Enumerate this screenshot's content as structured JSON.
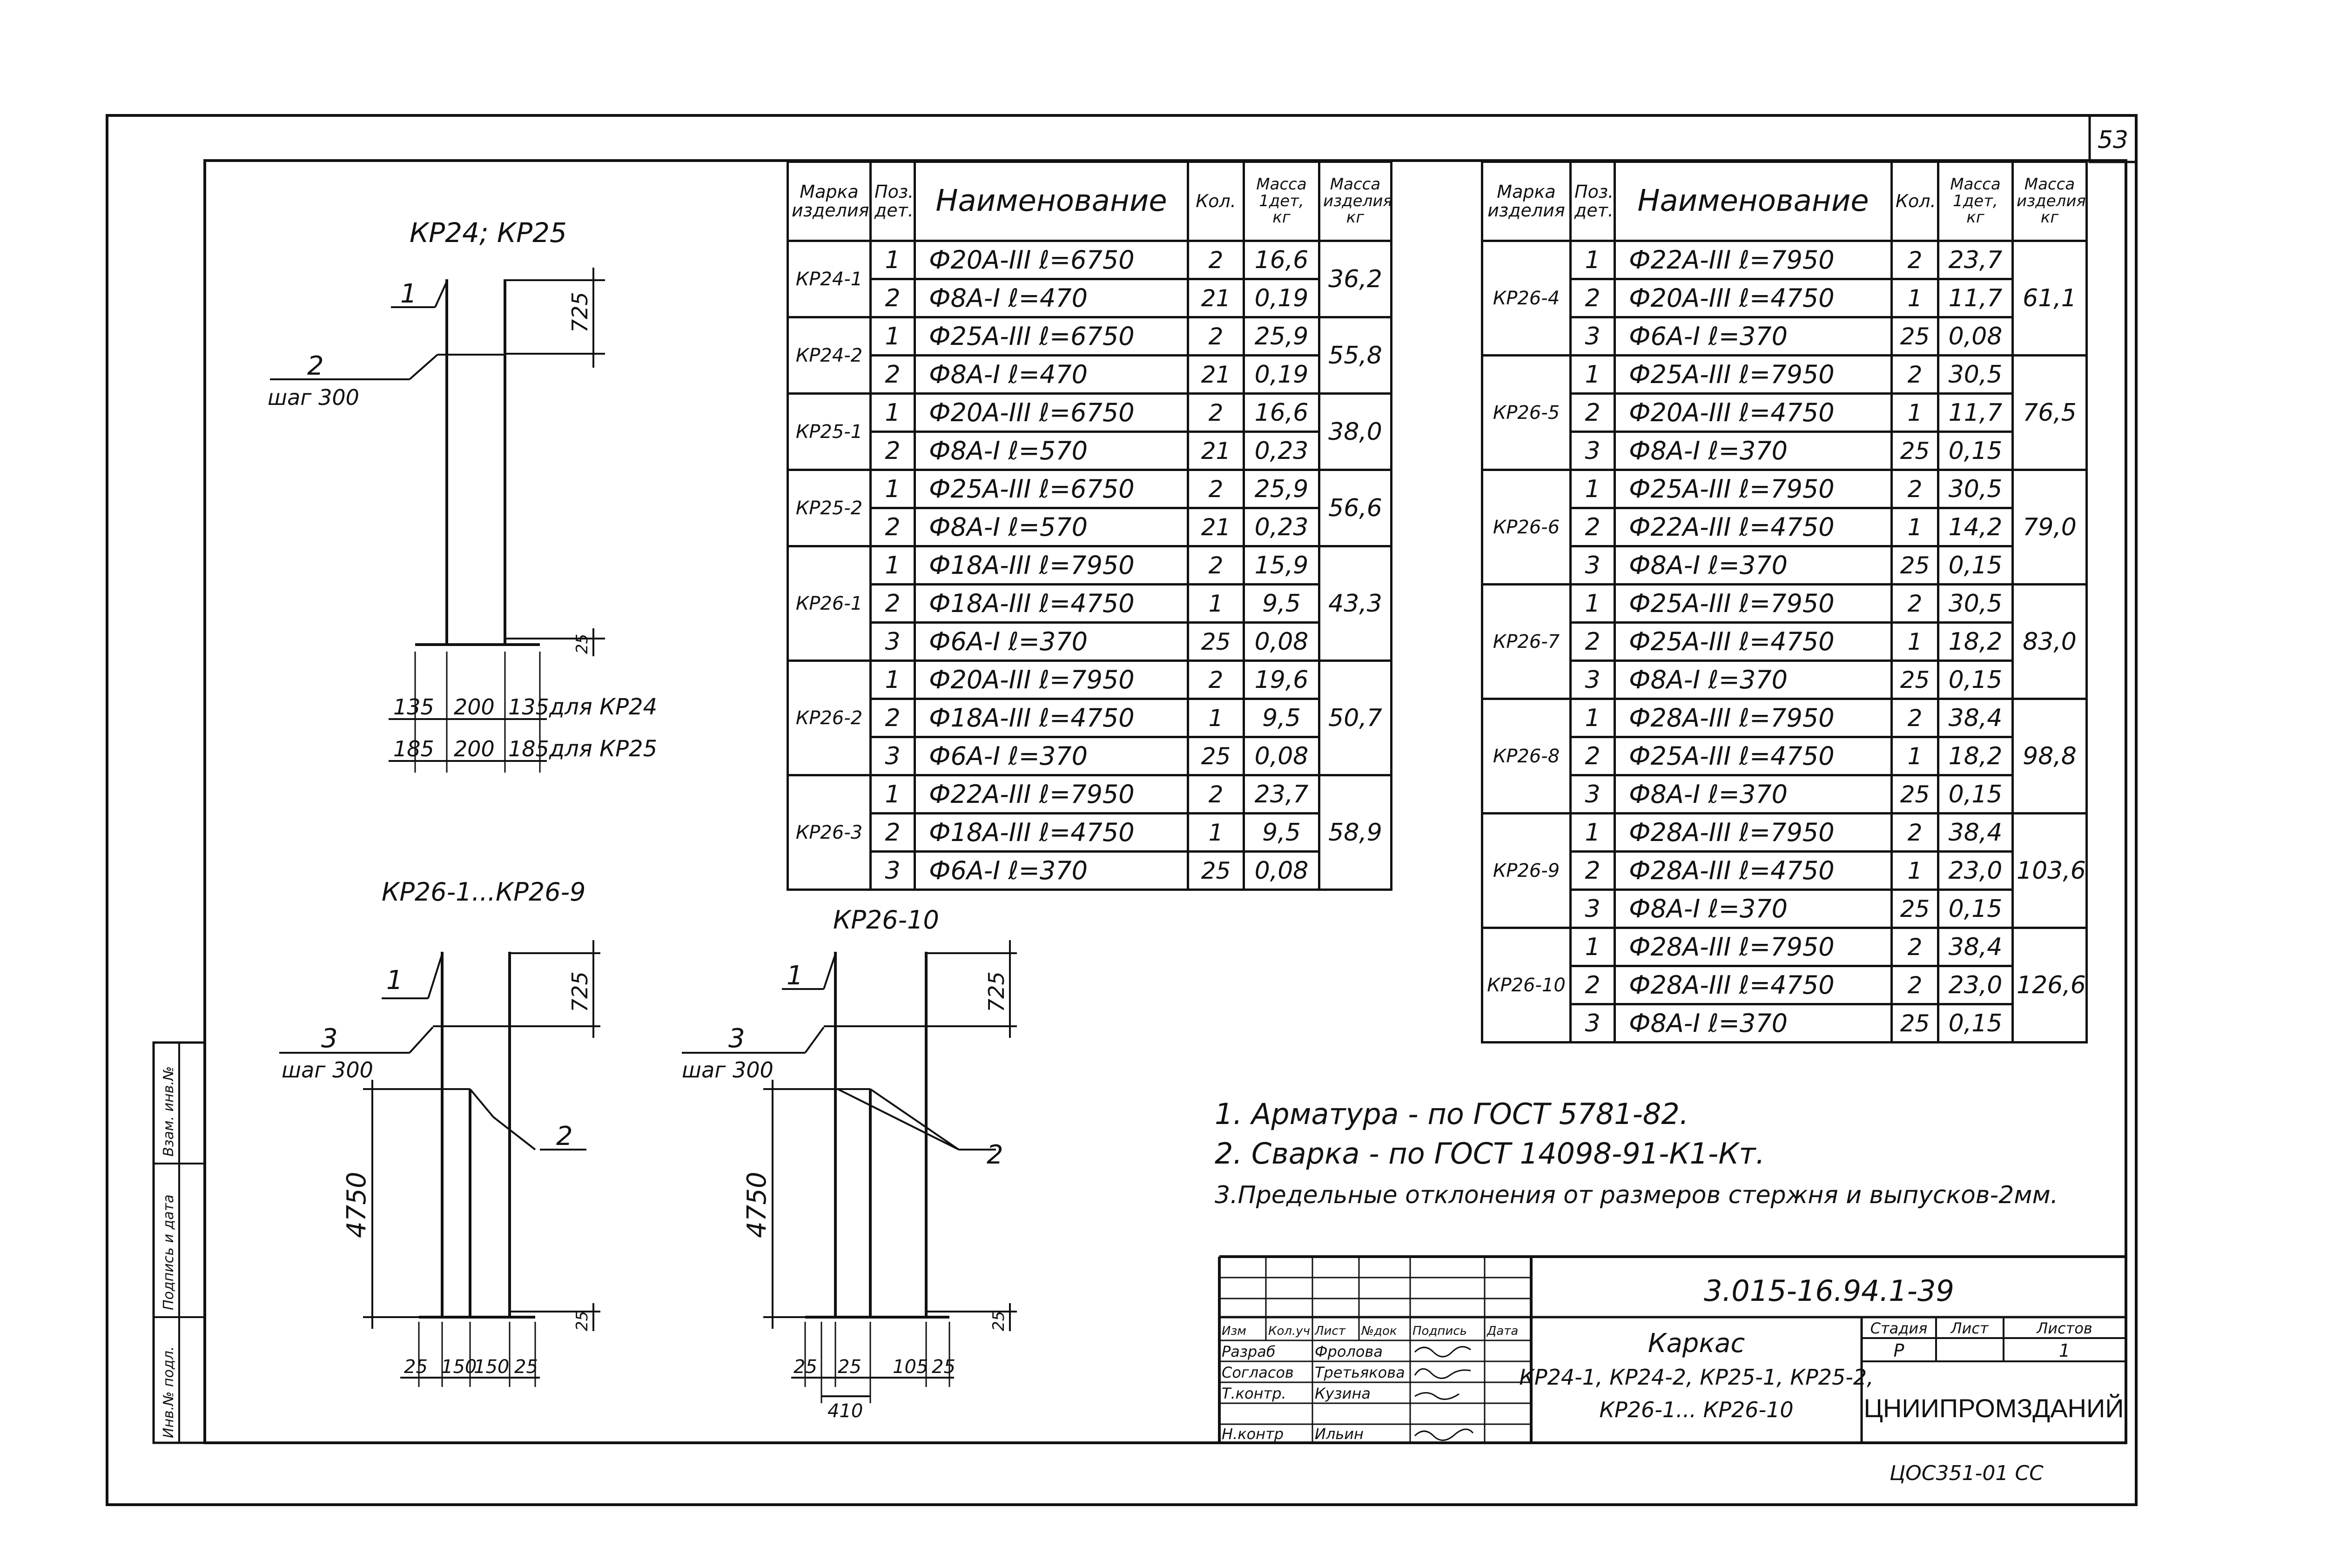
{
  "page_number": "53",
  "drawings": {
    "kr24_kr25": {
      "title": "КР24; КР25",
      "pos1": "1",
      "pos2": "2",
      "step": "шаг 300",
      "dim_top": "725",
      "dim_bottom": "25",
      "row1": {
        "a": "135",
        "b": "200",
        "c": "135",
        "note": "для КР24"
      },
      "row2": {
        "a": "185",
        "b": "200",
        "c": "185",
        "note": "для КР25"
      }
    },
    "kr26_1_9": {
      "title": "КР26-1...КР26-9",
      "pos1": "1",
      "pos2": "2",
      "pos3": "3",
      "step": "шаг 300",
      "dim_top": "725",
      "dim_height": "4750",
      "dim_bottom": "25",
      "bottom": [
        "25",
        "150",
        "150",
        "25"
      ]
    },
    "kr26_10": {
      "title": "КР26-10",
      "pos1": "1",
      "pos2": "2",
      "pos3": "3",
      "step": "шаг 300",
      "dim_top": "725",
      "dim_height": "4750",
      "dim_bottom": "25",
      "bottom": [
        "25",
        "25",
        "105",
        "25"
      ],
      "total": "410"
    }
  },
  "table_headers": {
    "mark": "Марка изделия",
    "pos": "Поз. дет.",
    "name": "Наименование",
    "qty": "Кол.",
    "mass_det": "Масса 1дет, кг",
    "mass_item": "Масса изделия, кг"
  },
  "table_left": [
    {
      "mark": "КР24-1",
      "mass": "36,2",
      "rows": [
        {
          "pos": "1",
          "name": "Ф20А-III  ℓ=6750",
          "qty": "2",
          "m": "16,6"
        },
        {
          "pos": "2",
          "name": "Ф8А-I  ℓ=470",
          "qty": "21",
          "m": "0,19"
        }
      ]
    },
    {
      "mark": "КР24-2",
      "mass": "55,8",
      "rows": [
        {
          "pos": "1",
          "name": "Ф25А-III  ℓ=6750",
          "qty": "2",
          "m": "25,9"
        },
        {
          "pos": "2",
          "name": "Ф8А-I  ℓ=470",
          "qty": "21",
          "m": "0,19"
        }
      ]
    },
    {
      "mark": "КР25-1",
      "mass": "38,0",
      "rows": [
        {
          "pos": "1",
          "name": "Ф20А-III  ℓ=6750",
          "qty": "2",
          "m": "16,6"
        },
        {
          "pos": "2",
          "name": "Ф8А-I  ℓ=570",
          "qty": "21",
          "m": "0,23"
        }
      ]
    },
    {
      "mark": "КР25-2",
      "mass": "56,6",
      "rows": [
        {
          "pos": "1",
          "name": "Ф25А-III  ℓ=6750",
          "qty": "2",
          "m": "25,9"
        },
        {
          "pos": "2",
          "name": "Ф8А-I  ℓ=570",
          "qty": "21",
          "m": "0,23"
        }
      ]
    },
    {
      "mark": "КР26-1",
      "mass": "43,3",
      "rows": [
        {
          "pos": "1",
          "name": "Ф18А-III  ℓ=7950",
          "qty": "2",
          "m": "15,9"
        },
        {
          "pos": "2",
          "name": "Ф18А-III  ℓ=4750",
          "qty": "1",
          "m": "9,5"
        },
        {
          "pos": "3",
          "name": "Ф6А-I  ℓ=370",
          "qty": "25",
          "m": "0,08"
        }
      ]
    },
    {
      "mark": "КР26-2",
      "mass": "50,7",
      "rows": [
        {
          "pos": "1",
          "name": "Ф20А-III  ℓ=7950",
          "qty": "2",
          "m": "19,6"
        },
        {
          "pos": "2",
          "name": "Ф18А-III  ℓ=4750",
          "qty": "1",
          "m": "9,5"
        },
        {
          "pos": "3",
          "name": "Ф6А-I  ℓ=370",
          "qty": "25",
          "m": "0,08"
        }
      ]
    },
    {
      "mark": "КР26-3",
      "mass": "58,9",
      "rows": [
        {
          "pos": "1",
          "name": "Ф22А-III  ℓ=7950",
          "qty": "2",
          "m": "23,7"
        },
        {
          "pos": "2",
          "name": "Ф18А-III  ℓ=4750",
          "qty": "1",
          "m": "9,5"
        },
        {
          "pos": "3",
          "name": "Ф6А-I  ℓ=370",
          "qty": "25",
          "m": "0,08"
        }
      ]
    }
  ],
  "table_right": [
    {
      "mark": "КР26-4",
      "mass": "61,1",
      "rows": [
        {
          "pos": "1",
          "name": "Ф22А-III  ℓ=7950",
          "qty": "2",
          "m": "23,7"
        },
        {
          "pos": "2",
          "name": "Ф20А-III  ℓ=4750",
          "qty": "1",
          "m": "11,7"
        },
        {
          "pos": "3",
          "name": "Ф6А-I  ℓ=370",
          "qty": "25",
          "m": "0,08"
        }
      ]
    },
    {
      "mark": "КР26-5",
      "mass": "76,5",
      "rows": [
        {
          "pos": "1",
          "name": "Ф25А-III  ℓ=7950",
          "qty": "2",
          "m": "30,5"
        },
        {
          "pos": "2",
          "name": "Ф20А-III  ℓ=4750",
          "qty": "1",
          "m": "11,7"
        },
        {
          "pos": "3",
          "name": "Ф8А-I  ℓ=370",
          "qty": "25",
          "m": "0,15"
        }
      ]
    },
    {
      "mark": "КР26-6",
      "mass": "79,0",
      "rows": [
        {
          "pos": "1",
          "name": "Ф25А-III  ℓ=7950",
          "qty": "2",
          "m": "30,5"
        },
        {
          "pos": "2",
          "name": "Ф22А-III  ℓ=4750",
          "qty": "1",
          "m": "14,2"
        },
        {
          "pos": "3",
          "name": "Ф8А-I  ℓ=370",
          "qty": "25",
          "m": "0,15"
        }
      ]
    },
    {
      "mark": "КР26-7",
      "mass": "83,0",
      "rows": [
        {
          "pos": "1",
          "name": "Ф25А-III  ℓ=7950",
          "qty": "2",
          "m": "30,5"
        },
        {
          "pos": "2",
          "name": "Ф25А-III  ℓ=4750",
          "qty": "1",
          "m": "18,2"
        },
        {
          "pos": "3",
          "name": "Ф8А-I  ℓ=370",
          "qty": "25",
          "m": "0,15"
        }
      ]
    },
    {
      "mark": "КР26-8",
      "mass": "98,8",
      "rows": [
        {
          "pos": "1",
          "name": "Ф28А-III  ℓ=7950",
          "qty": "2",
          "m": "38,4"
        },
        {
          "pos": "2",
          "name": "Ф25А-III  ℓ=4750",
          "qty": "1",
          "m": "18,2"
        },
        {
          "pos": "3",
          "name": "Ф8А-I  ℓ=370",
          "qty": "25",
          "m": "0,15"
        }
      ]
    },
    {
      "mark": "КР26-9",
      "mass": "103,6",
      "rows": [
        {
          "pos": "1",
          "name": "Ф28А-III  ℓ=7950",
          "qty": "2",
          "m": "38,4"
        },
        {
          "pos": "2",
          "name": "Ф28А-III  ℓ=4750",
          "qty": "1",
          "m": "23,0"
        },
        {
          "pos": "3",
          "name": "Ф8А-I  ℓ=370",
          "qty": "25",
          "m": "0,15"
        }
      ]
    },
    {
      "mark": "КР26-10",
      "mass": "126,6",
      "rows": [
        {
          "pos": "1",
          "name": "Ф28А-III  ℓ=7950",
          "qty": "2",
          "m": "38,4"
        },
        {
          "pos": "2",
          "name": "Ф28А-III  ℓ=4750",
          "qty": "2",
          "m": "23,0"
        },
        {
          "pos": "3",
          "name": "Ф8А-I  ℓ=370",
          "qty": "25",
          "m": "0,15"
        }
      ]
    }
  ],
  "notes": [
    "1. Арматура - по ГОСТ 5781-82.",
    "2. Сварка - по ГОСТ 14098-91-К1-Кт.",
    "3.Предельные отклонения от размеров стержня и выпусков-2мм."
  ],
  "title_block": {
    "code": "3.015-16.94.1-39",
    "name_lines": [
      "Каркас",
      "КР24-1, КР24-2, КР25-1, КР25-2,",
      "КР26-1... КР26-10"
    ],
    "stage_label": "Стадия",
    "sheet_label": "Лист",
    "sheets_label": "Листов",
    "stage": "Р",
    "sheets": "1",
    "org": "ЦНИИПРОМЗДАНИЙ",
    "head_cols": [
      "Изм",
      "Кол.уч",
      "Лист",
      "№док",
      "Подпись",
      "Дата"
    ],
    "signers": [
      {
        "role": "Разраб",
        "name": "Фролова"
      },
      {
        "role": "Согласов",
        "name": "Третьякова"
      },
      {
        "role": "Т.контр.",
        "name": "Кузина"
      },
      {
        "role": "Н.контр",
        "name": "Ильин"
      }
    ]
  },
  "side_stamp": [
    "Инв.№ подл.",
    "Подпись и дата",
    "Взам. инв.№"
  ],
  "footer_mark": "ЦОС351-01  СС"
}
